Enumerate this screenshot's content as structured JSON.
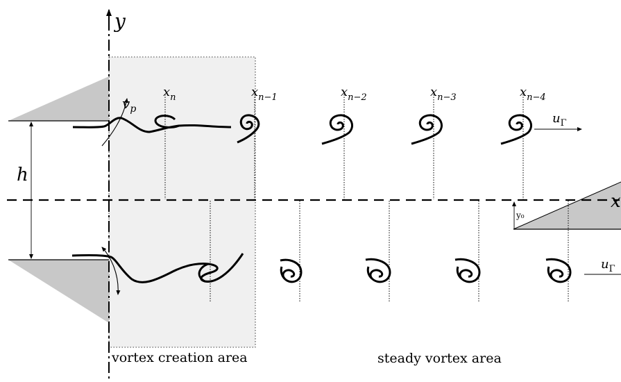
{
  "labels": {
    "y_axis": "y",
    "x_axis": "x",
    "h": "h",
    "v_p": "v",
    "v_p_sub": "p",
    "u_gamma": "u",
    "u_gamma_sub": "Γ",
    "u_gamma_lower": "u",
    "u_gamma_lower_sub": "Γ",
    "y0": "y₀",
    "x_n": "x",
    "x_n_sub": "n",
    "x_n1": "x",
    "x_n1_sub": "n−1",
    "x_n2": "x",
    "x_n2_sub": "n−2",
    "x_n3": "x",
    "x_n3_sub": "n−3",
    "x_n4": "x",
    "x_n4_sub": "n−4"
  },
  "regions": {
    "creation": "vortex creation area",
    "steady": "steady vortex area"
  },
  "colors": {
    "shade": "#f0f0f0",
    "wedge": "#c8c8c8",
    "ink": "#000000"
  }
}
